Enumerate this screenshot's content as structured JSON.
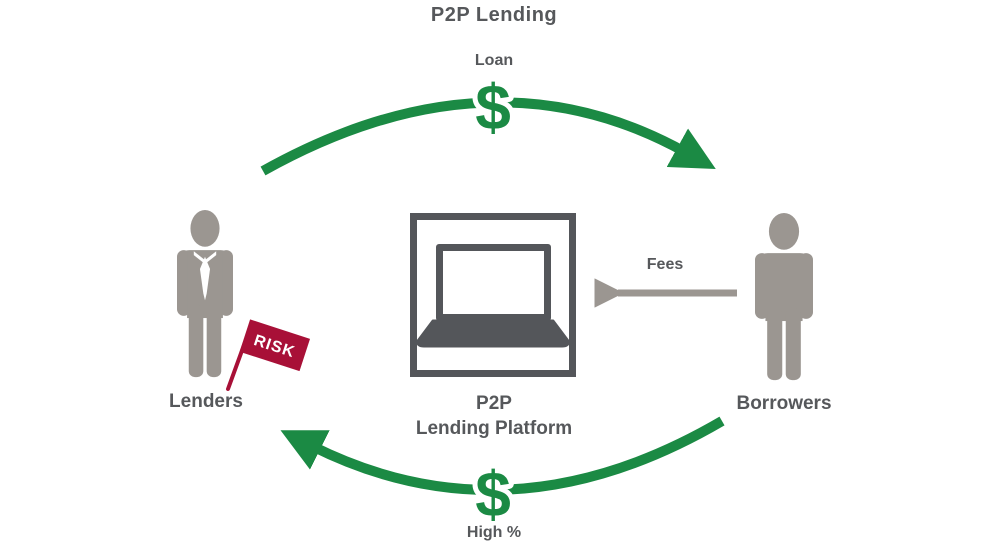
{
  "title": "P2P Lending",
  "flows": {
    "loan": {
      "label": "Loan",
      "symbol": "$"
    },
    "fees": {
      "label": "Fees"
    },
    "interest": {
      "label": "High %",
      "symbol": "$"
    }
  },
  "nodes": {
    "lenders": {
      "label": "Lenders"
    },
    "borrowers": {
      "label": "Borrowers"
    },
    "platform": {
      "line1": "P2P",
      "line2": "Lending Platform"
    }
  },
  "risk_flag": {
    "label": "RISK"
  },
  "colors": {
    "arrow_green": "#1b8a44",
    "figure_gray": "#9b9691",
    "text_gray": "#56585b",
    "platform_dark": "#54565a",
    "risk_red": "#a81037",
    "background": "#ffffff"
  }
}
